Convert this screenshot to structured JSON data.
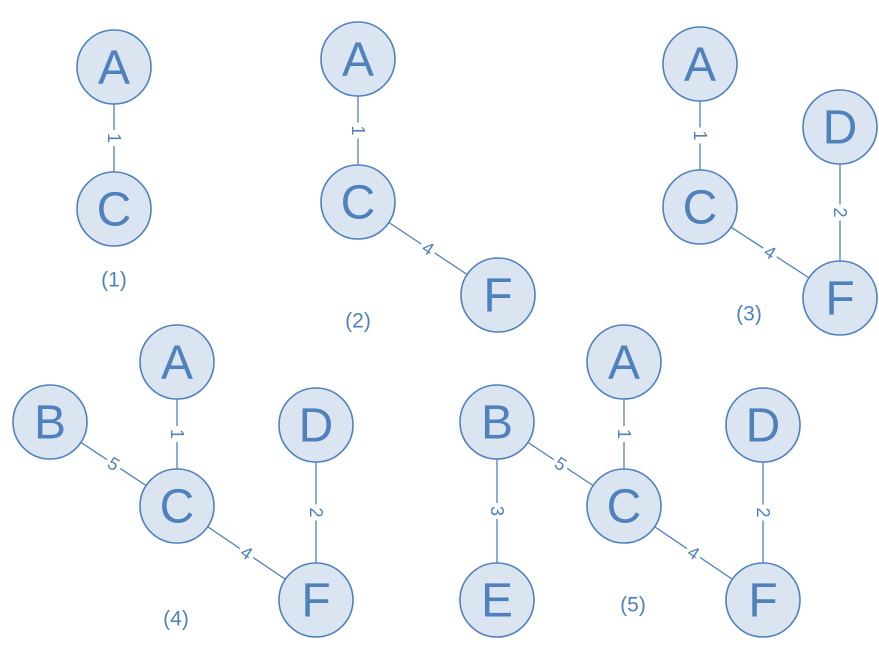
{
  "steps": [
    {
      "caption": "(1)",
      "nodes": [
        "A",
        "C"
      ],
      "edges": [
        {
          "from": "A",
          "to": "C",
          "weight": "1"
        }
      ]
    },
    {
      "caption": "(2)",
      "nodes": [
        "A",
        "C",
        "F"
      ],
      "edges": [
        {
          "from": "A",
          "to": "C",
          "weight": "1"
        },
        {
          "from": "C",
          "to": "F",
          "weight": "4"
        }
      ]
    },
    {
      "caption": "(3)",
      "nodes": [
        "A",
        "C",
        "D",
        "F"
      ],
      "edges": [
        {
          "from": "A",
          "to": "C",
          "weight": "1"
        },
        {
          "from": "D",
          "to": "F",
          "weight": "2"
        },
        {
          "from": "C",
          "to": "F",
          "weight": "4"
        }
      ]
    },
    {
      "caption": "(4)",
      "nodes": [
        "A",
        "B",
        "C",
        "D",
        "F"
      ],
      "edges": [
        {
          "from": "A",
          "to": "C",
          "weight": "1"
        },
        {
          "from": "B",
          "to": "C",
          "weight": "5"
        },
        {
          "from": "D",
          "to": "F",
          "weight": "2"
        },
        {
          "from": "C",
          "to": "F",
          "weight": "4"
        }
      ]
    },
    {
      "caption": "(5)",
      "nodes": [
        "A",
        "B",
        "C",
        "D",
        "E",
        "F"
      ],
      "edges": [
        {
          "from": "A",
          "to": "C",
          "weight": "1"
        },
        {
          "from": "B",
          "to": "C",
          "weight": "5"
        },
        {
          "from": "B",
          "to": "E",
          "weight": "3"
        },
        {
          "from": "D",
          "to": "F",
          "weight": "2"
        },
        {
          "from": "C",
          "to": "F",
          "weight": "4"
        }
      ]
    }
  ],
  "colors": {
    "stroke": "#4f81bd",
    "fill": "#dbe5f1",
    "text": "#4f81bd"
  }
}
